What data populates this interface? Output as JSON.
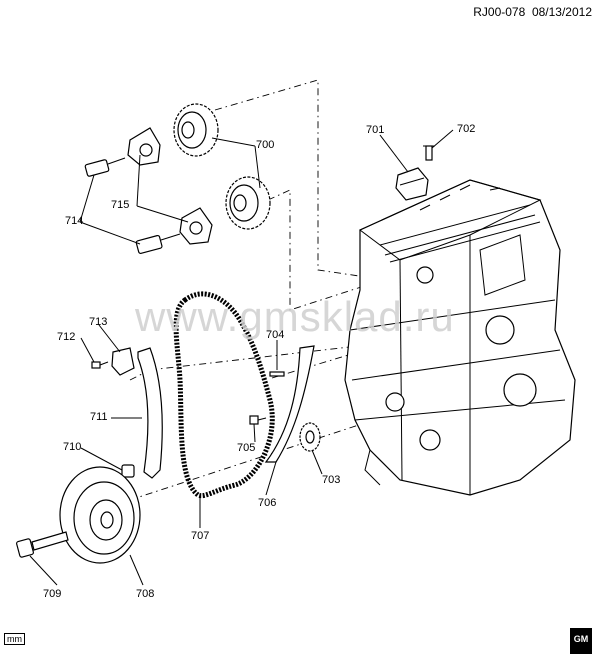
{
  "header": {
    "doc_id": "RJ00-078",
    "date": "08/13/2012"
  },
  "watermark": "www.gmsklad.ru",
  "unit_label": "mm",
  "logo_text": "GM",
  "callouts": [
    "700",
    "701",
    "702",
    "703",
    "704",
    "705",
    "706",
    "707",
    "708",
    "709",
    "710",
    "711",
    "712",
    "713",
    "714",
    "715"
  ],
  "parts": [
    {
      "ref": "700",
      "icon": "camshaft-sprocket-icon"
    },
    {
      "ref": "701",
      "icon": "bracket-icon"
    },
    {
      "ref": "702",
      "icon": "bolt-icon"
    },
    {
      "ref": "703",
      "icon": "crankshaft-sprocket-icon"
    },
    {
      "ref": "704",
      "icon": "stud-icon"
    },
    {
      "ref": "705",
      "icon": "bolt-icon"
    },
    {
      "ref": "706",
      "icon": "chain-guide-icon"
    },
    {
      "ref": "707",
      "icon": "timing-chain-icon"
    },
    {
      "ref": "708",
      "icon": "balancer-pulley-icon"
    },
    {
      "ref": "709",
      "icon": "bolt-icon"
    },
    {
      "ref": "710",
      "icon": "bolt-icon"
    },
    {
      "ref": "711",
      "icon": "tensioner-guide-icon"
    },
    {
      "ref": "712",
      "icon": "bolt-icon"
    },
    {
      "ref": "713",
      "icon": "tensioner-icon"
    },
    {
      "ref": "714",
      "icon": "bolt-icon"
    },
    {
      "ref": "715",
      "icon": "actuator-cover-icon"
    }
  ]
}
